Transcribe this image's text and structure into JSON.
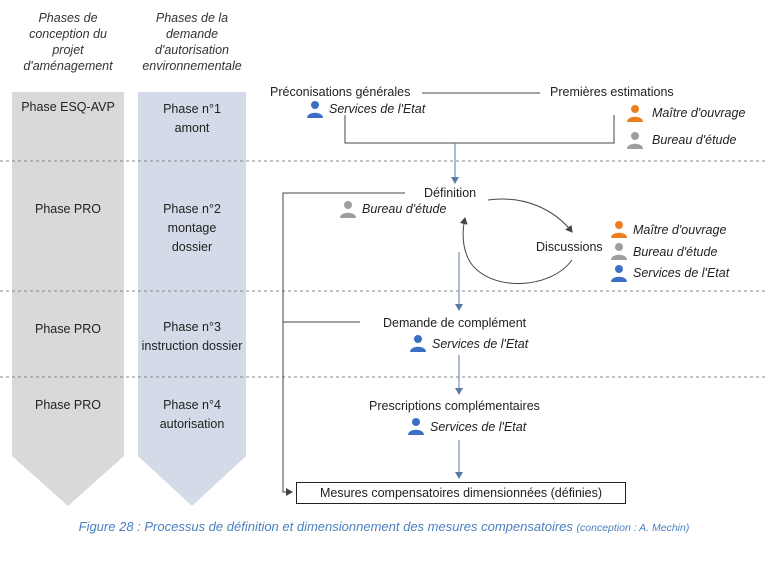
{
  "columns": {
    "conception_header": [
      "Phases de",
      "conception du",
      "projet",
      "d'aménagement"
    ],
    "autorisation_header": [
      "Phases de la",
      "demande",
      "d'autorisation",
      "environnementale"
    ],
    "rows": [
      {
        "conception": [
          "Phase ESQ-AVP"
        ],
        "autorisation": [
          "Phase n°1",
          "amont"
        ]
      },
      {
        "conception": [
          "Phase PRO"
        ],
        "autorisation": [
          "Phase n°2",
          "montage",
          "dossier"
        ]
      },
      {
        "conception": [
          "Phase PRO"
        ],
        "autorisation": [
          "Phase n°3",
          "instruction dossier"
        ]
      },
      {
        "conception": [
          "Phase PRO"
        ],
        "autorisation": [
          "Phase n°4",
          "autorisation"
        ]
      }
    ]
  },
  "flow": {
    "preconisations": "Préconisations générales",
    "premieres_estimations": "Premières estimations",
    "definition": "Définition",
    "discussions": "Discussions",
    "demande_complement": "Demande de complément",
    "prescriptions": "Prescriptions complémentaires",
    "final": "Mesures compensatoires dimensionnées (définies)"
  },
  "roles": {
    "services_etat": "Services de l'Etat",
    "maitre_ouvrage": "Maître d'ouvrage",
    "bureau_etude": "Bureau d'étude"
  },
  "colors": {
    "services_etat": "#3b6fc4",
    "maitre_ouvrage": "#ee7d1f",
    "bureau_etude": "#9e9e9e",
    "col_conception": "#d9d9d9",
    "col_autorisation": "#d2dbe7",
    "flow_line": "#5a7aa8",
    "caption": "#4a7fc0"
  },
  "caption": {
    "main": "Figure 28 : Processus de définition et dimensionnement des mesures compensatoires",
    "credit": "(conception : A. Mechin)"
  }
}
